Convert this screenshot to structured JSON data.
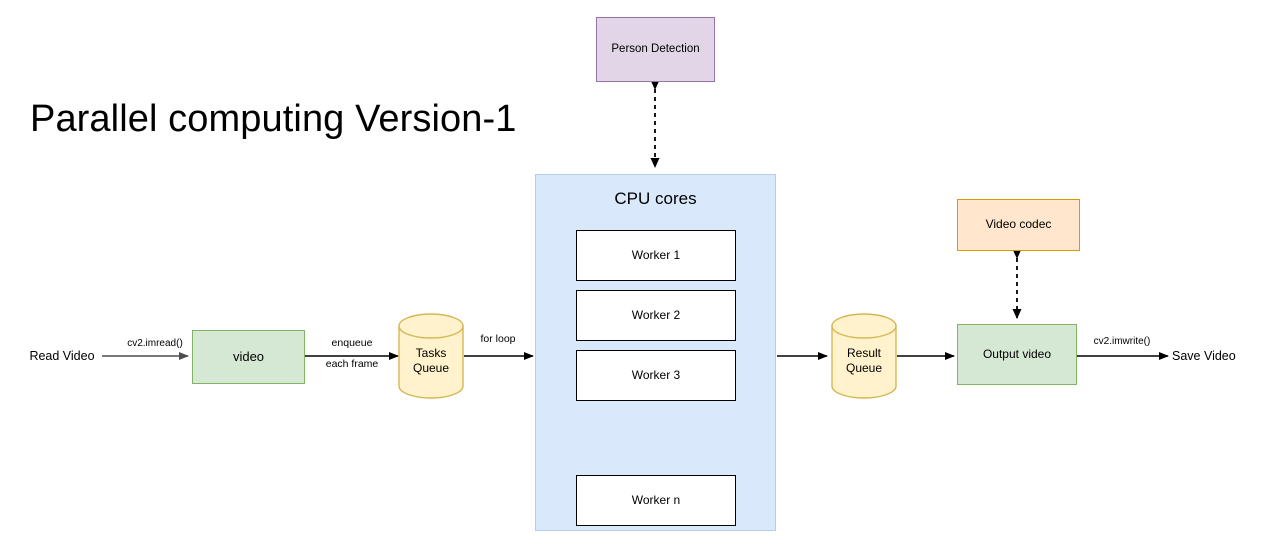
{
  "diagram": {
    "title": "Parallel computing Version-1",
    "background": "#ffffff",
    "colors": {
      "purple_fill": "#e1d5e7",
      "purple_stroke": "#9673a6",
      "green_fill": "#d5e8d4",
      "green_stroke": "#82b366",
      "orange_fill": "#ffe6cc",
      "orange_stroke": "#d79b00",
      "blue_fill": "#dae8fc",
      "blue_stroke": "#b6cdea",
      "yellow_fill": "#fff2cc",
      "yellow_stroke": "#d6b656",
      "edge_stroke": "#000000",
      "text": "#000000"
    },
    "nodes": {
      "read_video": "Read Video",
      "video": "video",
      "tasks_queue": "Tasks\nQueue",
      "tasks_queue_line1": "Tasks",
      "tasks_queue_line2": "Queue",
      "cpu_cores": "CPU cores",
      "person_detection": "Person Detection",
      "result_queue_line1": "Result",
      "result_queue_line2": "Queue",
      "video_codec": "Video codec",
      "output_video": "Output video",
      "save_video": "Save Video"
    },
    "workers": [
      {
        "label": "Worker 1"
      },
      {
        "label": "Worker 2"
      },
      {
        "label": "Worker 3"
      },
      {
        "label": "Worker n"
      }
    ],
    "edge_labels": {
      "imread": "cv2.imread()",
      "enqueue": "enqueue",
      "each_frame": "each frame",
      "for_loop": "for loop",
      "imwrite": "cv2.imwrite()"
    }
  }
}
